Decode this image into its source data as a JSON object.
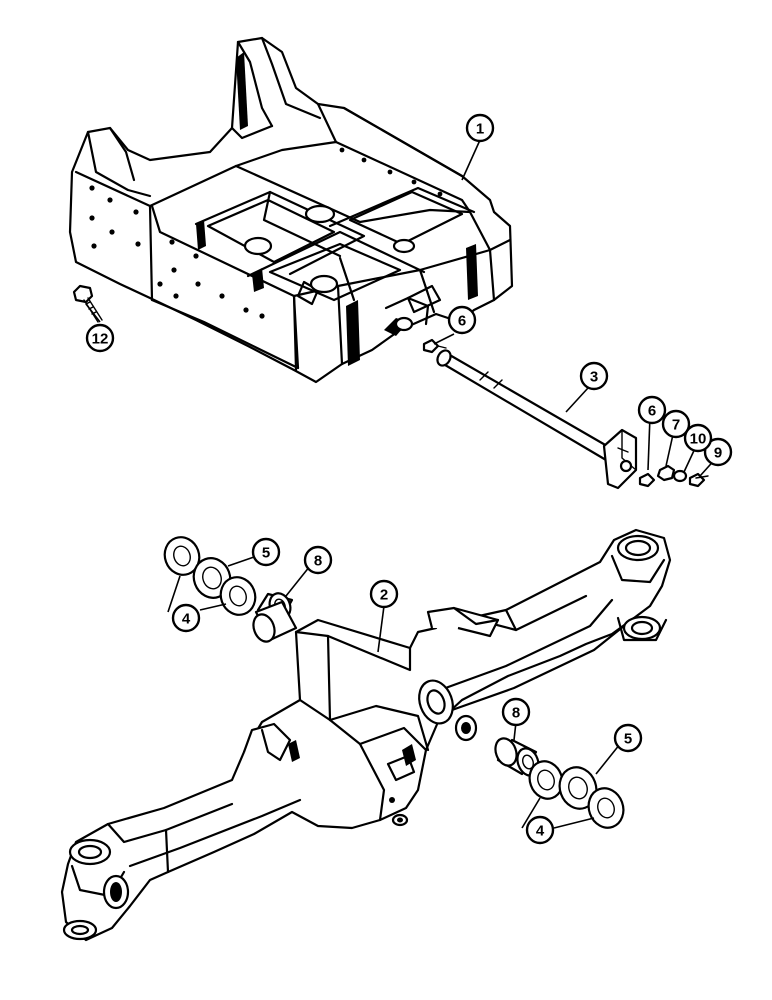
{
  "callouts": [
    {
      "id": "c1",
      "label": "1"
    },
    {
      "id": "c2",
      "label": "2"
    },
    {
      "id": "c3",
      "label": "3"
    },
    {
      "id": "c4a",
      "label": "4"
    },
    {
      "id": "c4b",
      "label": "4"
    },
    {
      "id": "c5a",
      "label": "5"
    },
    {
      "id": "c5b",
      "label": "5"
    },
    {
      "id": "c6a",
      "label": "6"
    },
    {
      "id": "c6b",
      "label": "6"
    },
    {
      "id": "c7",
      "label": "7"
    },
    {
      "id": "c8a",
      "label": "8"
    },
    {
      "id": "c8b",
      "label": "8"
    },
    {
      "id": "c9",
      "label": "9"
    },
    {
      "id": "c10",
      "label": "10"
    },
    {
      "id": "c12",
      "label": "12"
    }
  ]
}
